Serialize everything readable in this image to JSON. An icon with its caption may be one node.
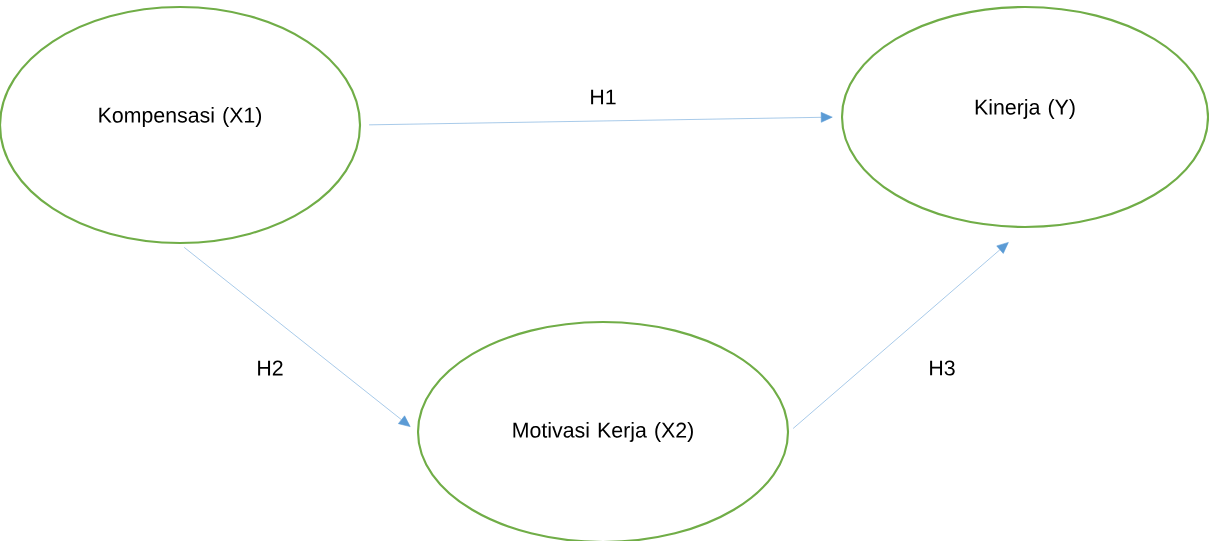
{
  "diagram": {
    "nodes": [
      {
        "text": [
          "Kompensasi (X1)"
        ]
      },
      {
        "text": [
          "Kinerja (Y)"
        ]
      },
      {
        "text": [
          "Motivasi Kerja (X2)"
        ]
      }
    ],
    "edges": [
      {
        "from": 0,
        "to": 1,
        "arrow": "to",
        "label": "H1"
      },
      {
        "from": 0,
        "to": 2,
        "arrow": "to",
        "label": "H2"
      },
      {
        "from": 2,
        "to": 1,
        "arrow": "to",
        "label": "H3"
      }
    ]
  }
}
